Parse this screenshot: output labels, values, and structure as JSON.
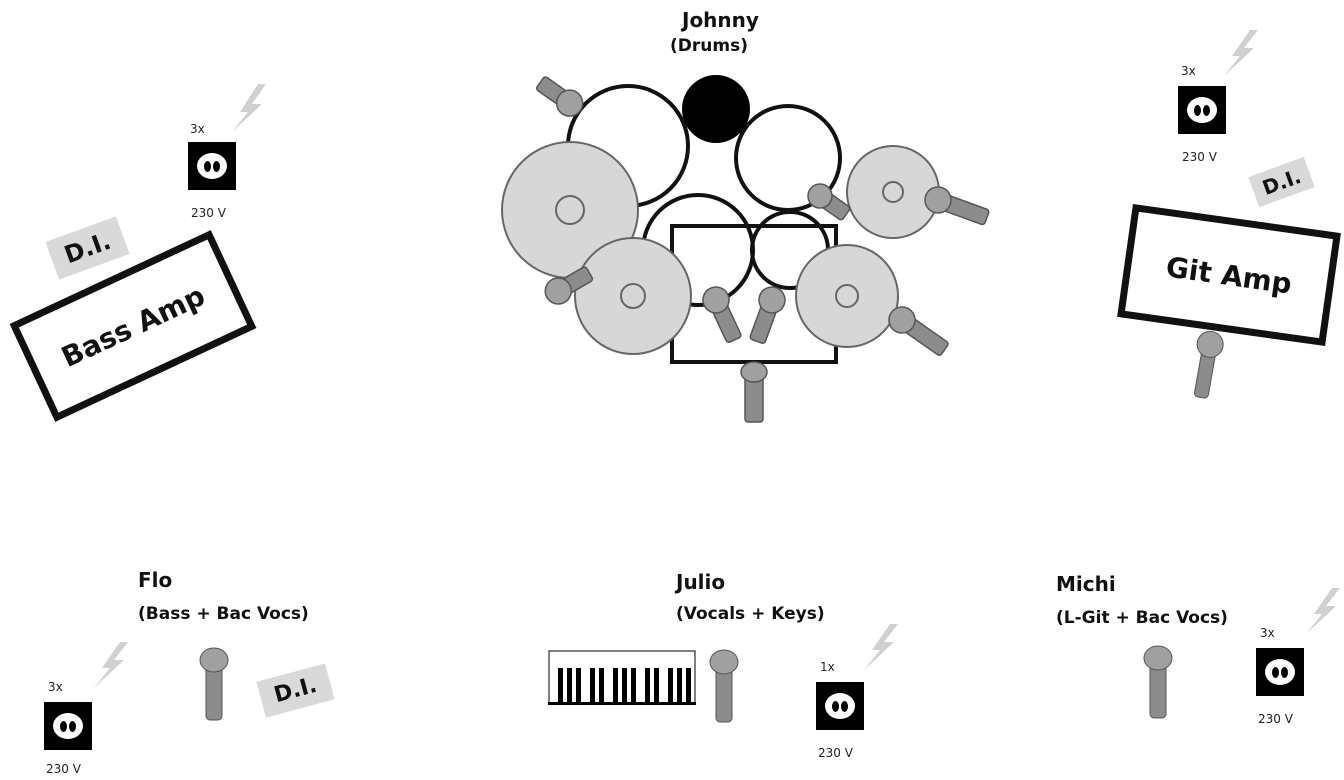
{
  "drummer": {
    "name": "Johnny",
    "role": "(Drums)"
  },
  "musicians": [
    {
      "name": "Flo",
      "role": "(Bass + Bac Vocs)"
    },
    {
      "name": "Julio",
      "role": "(Vocals + Keys)"
    },
    {
      "name": "Michi",
      "role": "(L-Git + Bac Vocs)"
    }
  ],
  "amps": {
    "bass": "Bass Amp",
    "guitar": "Git Amp"
  },
  "di_label": "D.I.",
  "outlets": [
    {
      "count": "3x",
      "voltage": "230 V"
    },
    {
      "count": "3x",
      "voltage": "230 V"
    },
    {
      "count": "3x",
      "voltage": "230 V"
    },
    {
      "count": "1x",
      "voltage": "230 V"
    },
    {
      "count": "3x",
      "voltage": "230 V"
    }
  ]
}
